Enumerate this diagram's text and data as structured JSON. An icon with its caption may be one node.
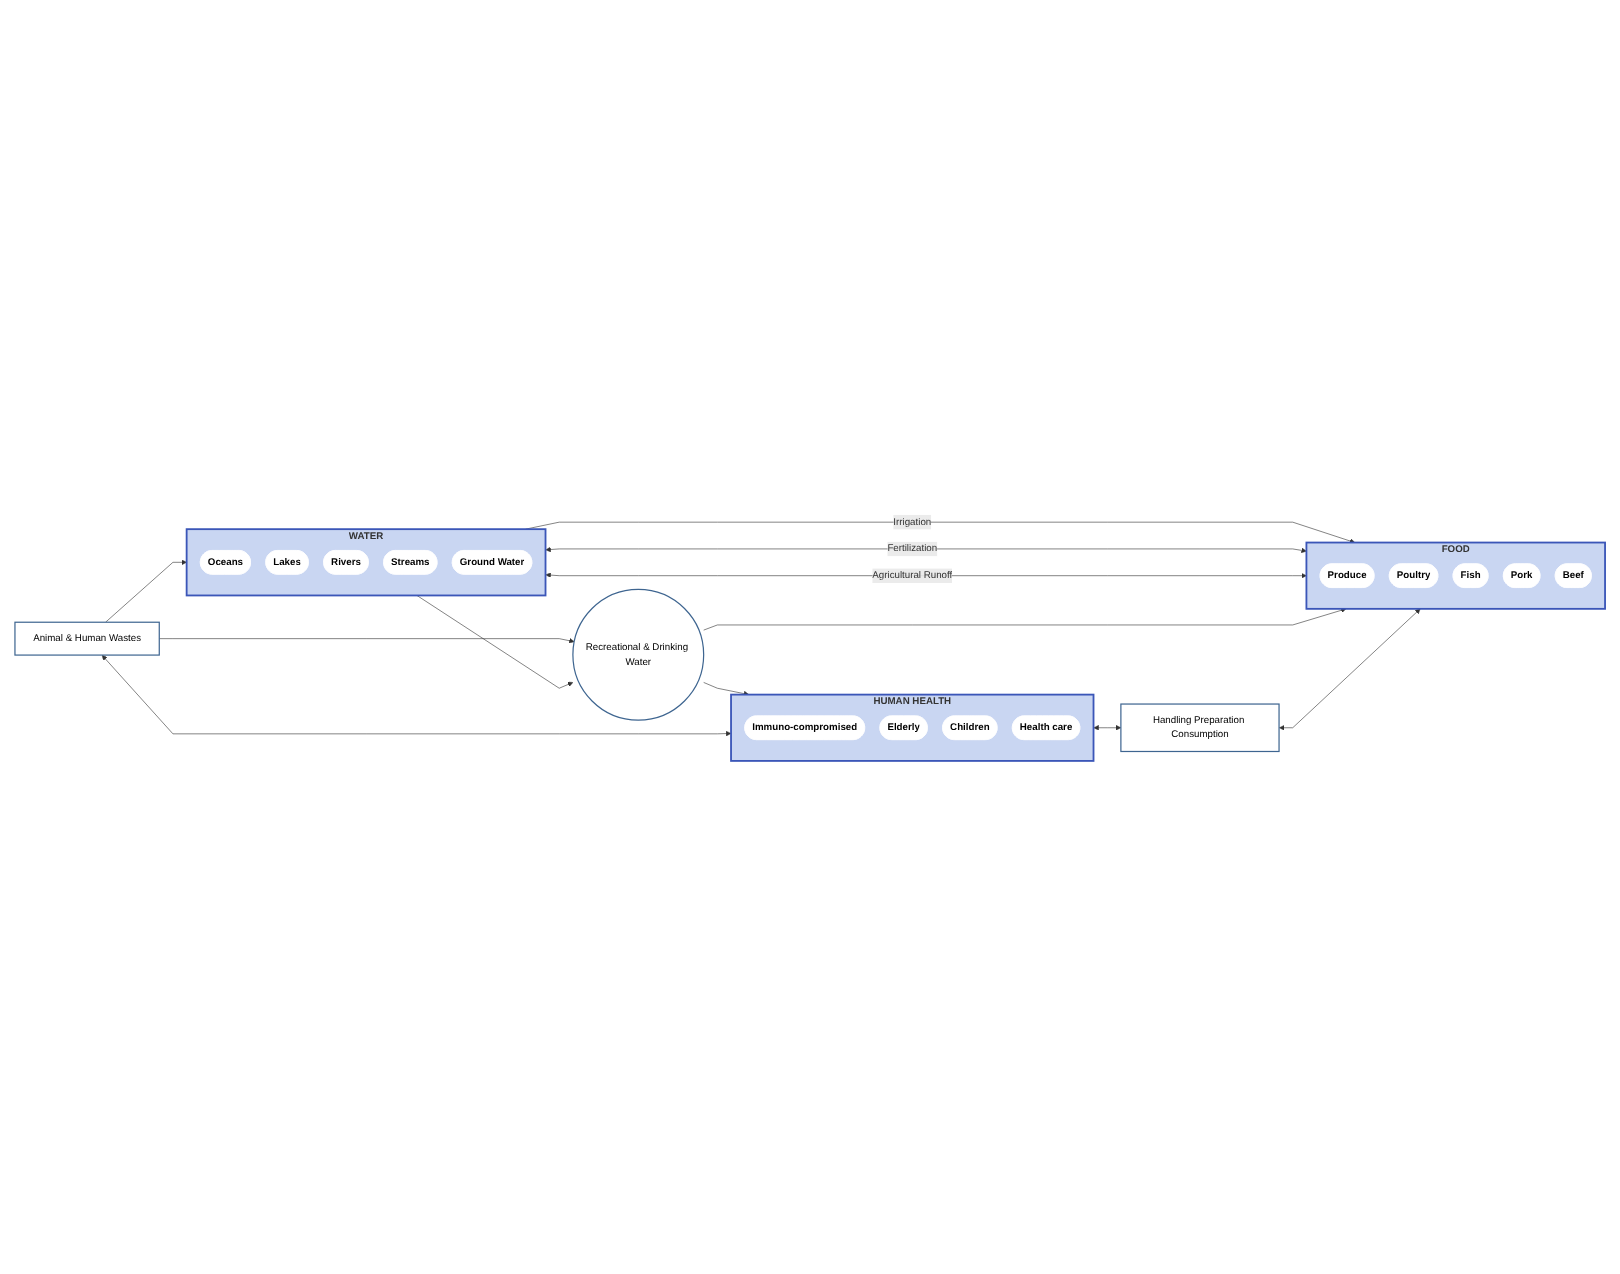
{
  "diagram": {
    "nodes": [
      {
        "text": [
          "WATER"
        ]
      },
      {
        "text": [
          "Oceans"
        ],
        "in": 0
      },
      {
        "text": [
          "Lakes"
        ],
        "in": 0
      },
      {
        "text": [
          "Rivers"
        ],
        "in": 0
      },
      {
        "text": [
          "Streams"
        ],
        "in": 0
      },
      {
        "text": [
          "Ground Water"
        ],
        "in": 0
      },
      {
        "text": [
          "FOOD"
        ]
      },
      {
        "text": [
          "Produce"
        ],
        "in": 6
      },
      {
        "text": [
          "Poultry"
        ],
        "in": 6
      },
      {
        "text": [
          "Fish"
        ],
        "in": 6
      },
      {
        "text": [
          "Pork"
        ],
        "in": 6
      },
      {
        "text": [
          "Beef"
        ],
        "in": 6
      },
      {
        "text": [
          "Recreational & Drinking Water"
        ]
      },
      {
        "text": [
          "HUMAN HEALTH"
        ]
      },
      {
        "text": [
          "Immuno-compromised"
        ],
        "in": 13
      },
      {
        "text": [
          "Elderly"
        ],
        "in": 13
      },
      {
        "text": [
          "Children"
        ],
        "in": 13
      },
      {
        "text": [
          "Health care"
        ],
        "in": 13
      },
      {
        "text": [
          "Animal & Human Wastes"
        ]
      },
      {
        "text": [
          "Handling Preparation Consumption"
        ]
      }
    ],
    "edges": [
      {
        "from": 0,
        "to": 6,
        "arrow": "to",
        "label": "Irrigation"
      },
      {
        "from": 0,
        "to": 6,
        "arrow": "both",
        "label": "Fertilization"
      },
      {
        "from": 0,
        "to": 6,
        "arrow": "both",
        "label": "Agricultural Runoff"
      },
      {
        "from": 0,
        "to": 12,
        "arrow": "to"
      },
      {
        "from": 12,
        "to": 6,
        "arrow": "to"
      },
      {
        "from": 12,
        "to": 13,
        "arrow": "to"
      },
      {
        "from": 18,
        "to": 12,
        "arrow": "to"
      },
      {
        "from": 18,
        "to": 0,
        "arrow": "to"
      },
      {
        "from": 18,
        "to": 13,
        "arrow": "both"
      },
      {
        "from": 13,
        "to": 19,
        "arrow": "both"
      },
      {
        "from": 19,
        "to": 6,
        "arrow": "both"
      }
    ]
  }
}
